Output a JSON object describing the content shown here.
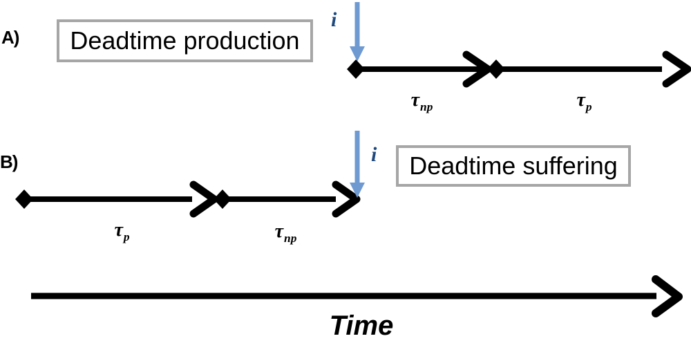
{
  "figure": {
    "panel_a": {
      "label": "A)",
      "box_title": "Deadtime production",
      "event_label": "i",
      "segment1": {
        "symbol": "τ",
        "sub": "np"
      },
      "segment2": {
        "symbol": "τ",
        "sub": "p"
      }
    },
    "panel_b": {
      "label": "B)",
      "box_title": "Deadtime suffering",
      "event_label": "i",
      "segment1": {
        "symbol": "τ",
        "sub": "p"
      },
      "segment2": {
        "symbol": "τ",
        "sub": "np"
      }
    },
    "time_axis": {
      "label": "Time"
    }
  },
  "colors": {
    "ink": "#000000",
    "arrow_blue": "#6f9ad1",
    "event_label_blue": "#1f497d",
    "box_border": "#a6a6a6"
  }
}
